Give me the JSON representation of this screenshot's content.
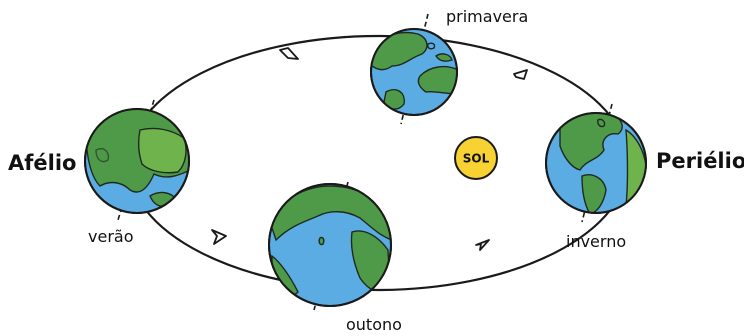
{
  "labels": {
    "primavera": "primavera",
    "verao": "verão",
    "outono": "outono",
    "inverno": "inverno",
    "afelio": "Afélio",
    "perielio": "Periélio",
    "sol": "SOL"
  },
  "colors": {
    "ocean": "#5aace3",
    "land": "#4f9a48",
    "land_light": "#6fb34c",
    "sun": "#f8d232",
    "orbit": "#1a1a1a"
  }
}
